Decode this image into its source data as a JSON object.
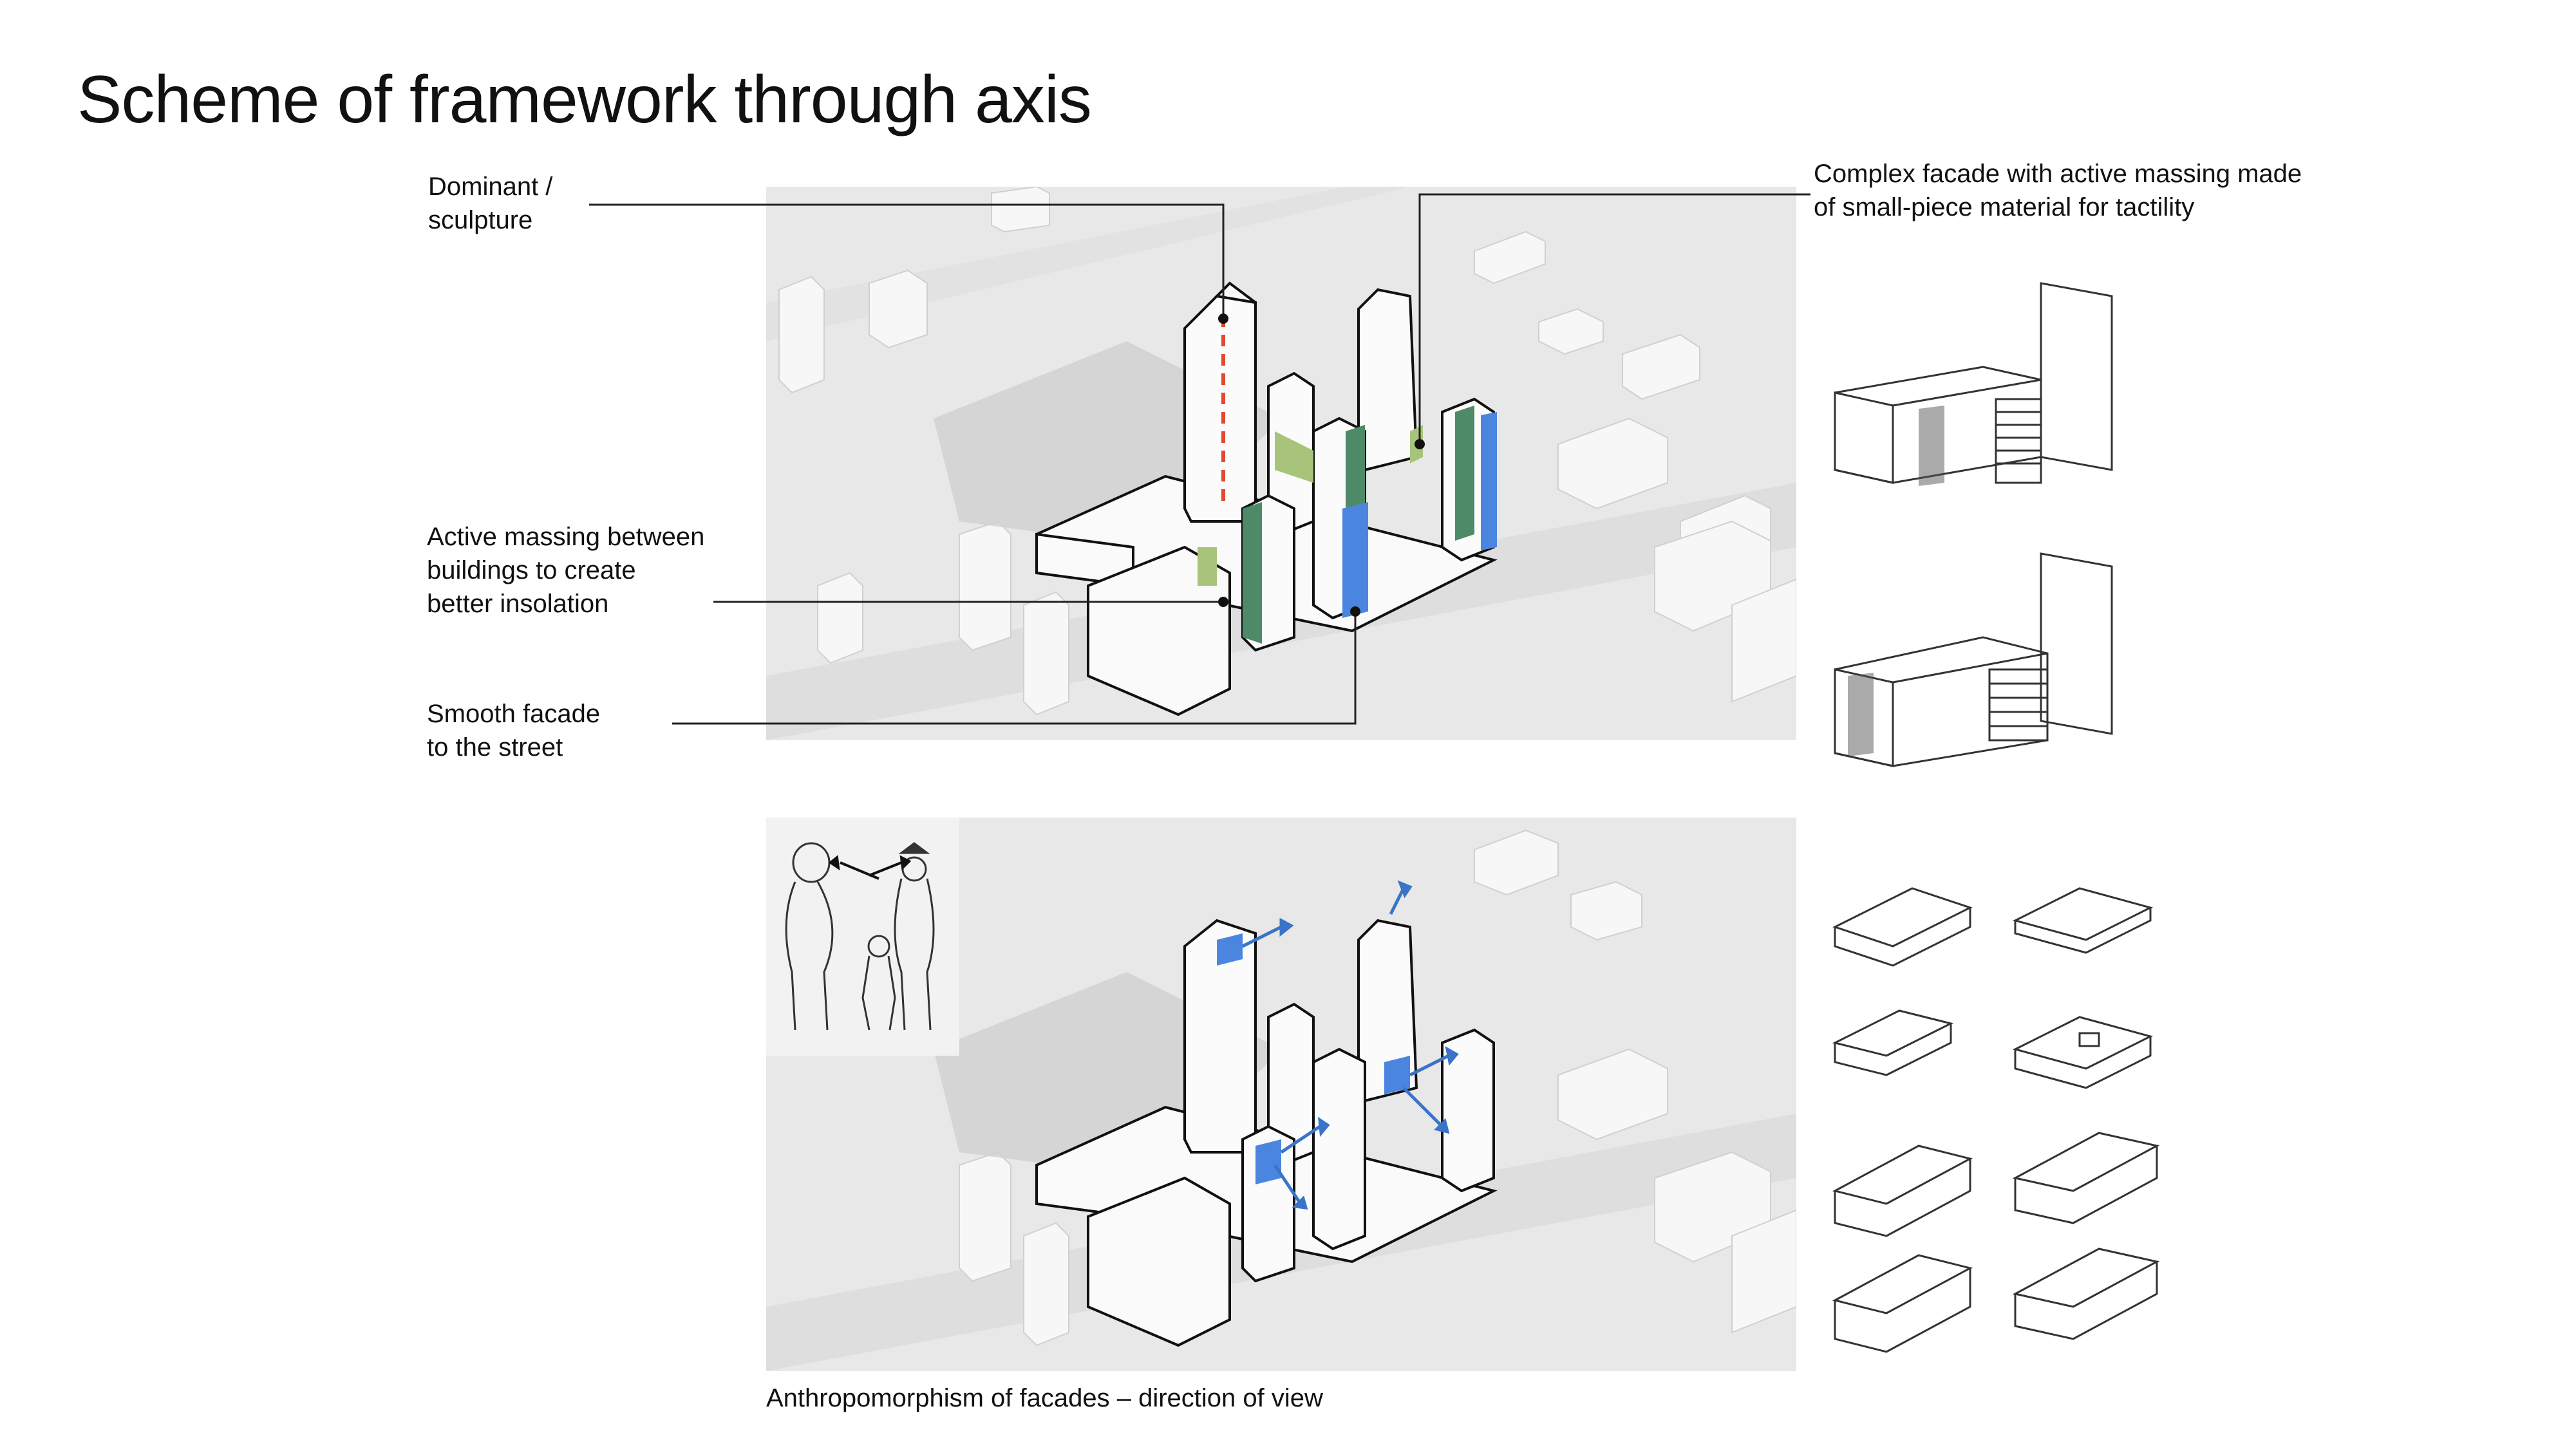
{
  "slide": {
    "title": "Scheme of framework through axis"
  },
  "annotations": {
    "dominant": [
      "Dominant /",
      "sculpture"
    ],
    "active_massing": [
      "Active massing between",
      "buildings to create",
      "better insolation"
    ],
    "smooth_facade": [
      "Smooth facade",
      "to the street"
    ],
    "complex_facade": [
      "Complex facade with active massing made",
      "of small-piece material for tactility"
    ]
  },
  "caption": "Anthropomorphism of facades – direction of view",
  "colors": {
    "background": "#ffffff",
    "site_gray": "#e6e6e6",
    "accent_green": "#4f8a68",
    "accent_olive": "#a8c47a",
    "accent_blue": "#4a86e0",
    "axis_red": "#e04a2e",
    "line": "#222222"
  },
  "icons": {
    "sketch_people": "person-sketch-icon",
    "view_arrow": "arrow-icon"
  }
}
